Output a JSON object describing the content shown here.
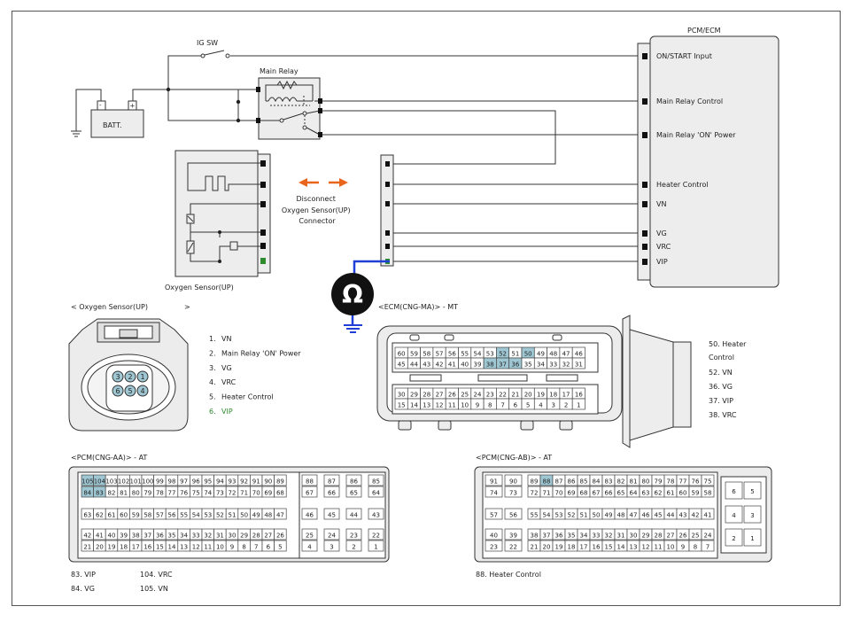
{
  "colors": {
    "line": "#222222",
    "wire": "#333333",
    "ground_wire": "#1f3fd6",
    "arrow": "#e8651b",
    "highlight": "#9ec7d3",
    "vip_green": "#2e8b2e",
    "box_fill": "#ededed",
    "pin_black": "#111111"
  },
  "schematic": {
    "ig_sw": "IG SW",
    "main_relay": "Main Relay",
    "batt": "BATT.",
    "batt_neg": "-",
    "batt_pos": "+",
    "pcm_title": "PCM/ECM",
    "pcm_pins": [
      "ON/START Input",
      "Main Relay Control",
      "Main Relay 'ON' Power",
      "Heater Control",
      "VN",
      "VG",
      "VRC",
      "VIP"
    ],
    "disconnect_lines": [
      "Disconnect",
      "Oxygen Sensor(UP)",
      "Connector"
    ],
    "sensor_label": "Oxygen Sensor(UP)",
    "ohm_symbol": "Ω"
  },
  "oxygen_connector": {
    "title": "< Oxygen Sensor(UP)",
    "title_end": ">",
    "pin_numbers": [
      "1",
      "2",
      "3",
      "4",
      "5",
      "6"
    ],
    "legend": [
      {
        "num": "1.",
        "text": "VN"
      },
      {
        "num": "2.",
        "text": "Main Relay 'ON' Power"
      },
      {
        "num": "3.",
        "text": "VG"
      },
      {
        "num": "4.",
        "text": "VRC"
      },
      {
        "num": "5.",
        "text": "Heater Control"
      },
      {
        "num": "6.",
        "text": "VIP"
      }
    ]
  },
  "ecm_ma": {
    "title": "<ECM(CNG-MA)> - MT",
    "row1": [
      "60",
      "59",
      "58",
      "57",
      "56",
      "55",
      "54",
      "53",
      "52",
      "51",
      "50",
      "49",
      "48",
      "47",
      "46"
    ],
    "row2": [
      "45",
      "44",
      "43",
      "42",
      "41",
      "40",
      "39",
      "38",
      "37",
      "36",
      "35",
      "34",
      "33",
      "32",
      "31"
    ],
    "row3": [
      "30",
      "29",
      "28",
      "27",
      "26",
      "25",
      "24",
      "23",
      "22",
      "21",
      "20",
      "19",
      "18",
      "17",
      "16"
    ],
    "row4": [
      "15",
      "14",
      "13",
      "12",
      "11",
      "10",
      "9",
      "8",
      "7",
      "6",
      "5",
      "4",
      "3",
      "2",
      "1"
    ],
    "highlight": [
      "52",
      "50",
      "38",
      "37",
      "36"
    ],
    "legend": [
      "50.    Heater",
      "Control",
      "52. VN",
      "36. VG",
      "37. VIP",
      "38. VRC"
    ]
  },
  "pcm_aa": {
    "title": "<PCM(CNG-AA)> - AT",
    "r1_main": [
      "105",
      "104",
      "103",
      "102",
      "101",
      "100",
      "99",
      "98",
      "97",
      "96",
      "95",
      "94",
      "93",
      "92",
      "91",
      "90",
      "89"
    ],
    "r2_main": [
      "84",
      "83",
      "82",
      "81",
      "80",
      "79",
      "78",
      "77",
      "76",
      "75",
      "74",
      "73",
      "72",
      "71",
      "70",
      "69",
      "68"
    ],
    "r3_main": [
      "63",
      "62",
      "61",
      "60",
      "59",
      "58",
      "57",
      "56",
      "55",
      "54",
      "53",
      "52",
      "51",
      "50",
      "49",
      "48",
      "47"
    ],
    "r4_main": [
      "42",
      "41",
      "40",
      "39",
      "38",
      "37",
      "36",
      "35",
      "34",
      "33",
      "32",
      "31",
      "30",
      "29",
      "28",
      "27",
      "26"
    ],
    "r5_main": [
      "21",
      "20",
      "19",
      "18",
      "17",
      "16",
      "15",
      "14",
      "13",
      "12",
      "11",
      "10",
      "9",
      "8",
      "7",
      "6",
      "5"
    ],
    "r1_side": [
      "88",
      "87",
      "86",
      "85"
    ],
    "r2_side": [
      "67",
      "66",
      "65",
      "64"
    ],
    "r3_side": [
      "46",
      "45",
      "44",
      "43"
    ],
    "r4_side": [
      "25",
      "24",
      "23",
      "22"
    ],
    "r5_side": [
      "4",
      "3",
      "2",
      "1"
    ],
    "highlight": [
      "105",
      "104",
      "84",
      "83"
    ],
    "legend": [
      "83. VIP",
      "84. VG",
      "104. VRC",
      "105. VN"
    ]
  },
  "pcm_ab": {
    "title": "<PCM(CNG-AB)> - AT",
    "r1_left": [
      "91",
      "90"
    ],
    "r2_left": [
      "74",
      "73"
    ],
    "r3_left": [
      "57",
      "56"
    ],
    "r4_left": [
      "40",
      "39"
    ],
    "r5_left": [
      "23",
      "22"
    ],
    "r1_main": [
      "89",
      "88",
      "87",
      "86",
      "85",
      "84",
      "83",
      "82",
      "81",
      "80",
      "79",
      "78",
      "77",
      "76",
      "75"
    ],
    "r2_main": [
      "72",
      "71",
      "70",
      "69",
      "68",
      "67",
      "66",
      "65",
      "64",
      "63",
      "62",
      "61",
      "60",
      "59",
      "58"
    ],
    "r3_main": [
      "55",
      "54",
      "53",
      "52",
      "51",
      "50",
      "49",
      "48",
      "47",
      "46",
      "45",
      "44",
      "43",
      "42",
      "41"
    ],
    "r4_main": [
      "38",
      "37",
      "36",
      "35",
      "34",
      "33",
      "32",
      "31",
      "30",
      "29",
      "28",
      "27",
      "26",
      "25",
      "24"
    ],
    "r5_main": [
      "21",
      "20",
      "19",
      "18",
      "17",
      "16",
      "15",
      "14",
      "13",
      "12",
      "11",
      "10",
      "9",
      "8",
      "7"
    ],
    "side": [
      [
        "6",
        "5"
      ],
      [
        "4",
        "3"
      ],
      [
        "2",
        "1"
      ]
    ],
    "highlight": [
      "88"
    ],
    "legend": [
      "88.    Heater Control"
    ]
  }
}
